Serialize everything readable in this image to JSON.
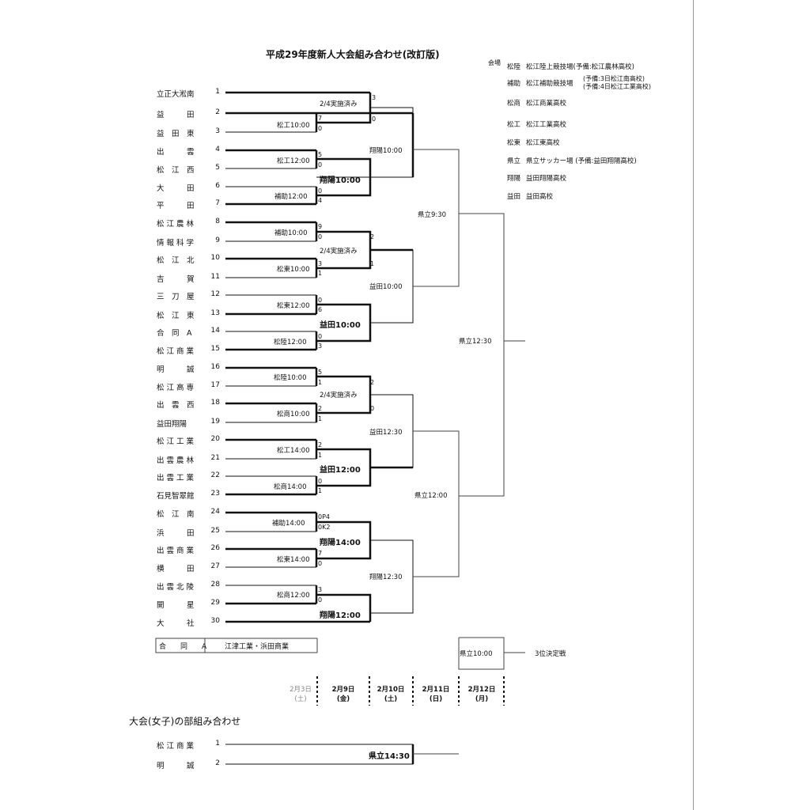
{
  "title": "平成29年度新人大会組み合わせ(改訂版)",
  "venue_header": "会場",
  "venues": [
    {
      "key": "松陸",
      "name": "松江陸上競技場(予備:松江農林高校)",
      "note": ""
    },
    {
      "key": "補助",
      "name": "松江補助競技場",
      "note": "(予備:3日松江南高校)\n(予備:4日松江工業高校)"
    },
    {
      "key": "松商",
      "name": "松江商業高校",
      "note": ""
    },
    {
      "key": "松工",
      "name": "松江工業高校",
      "note": ""
    },
    {
      "key": "松東",
      "name": "松江東高校",
      "note": ""
    },
    {
      "key": "県立",
      "name": "県立サッカー場 (予備:益田翔陽高校)",
      "note": ""
    },
    {
      "key": "翔陽",
      "name": "益田翔陽高校",
      "note": ""
    },
    {
      "key": "益田",
      "name": "益田高校",
      "note": ""
    }
  ],
  "teams": [
    {
      "name": "立正大淞南",
      "num": "1"
    },
    {
      "name": "益　　　田",
      "num": "2"
    },
    {
      "name": "益　田　東",
      "num": "3"
    },
    {
      "name": "出　　　雲",
      "num": "4"
    },
    {
      "name": "松　江　西",
      "num": "5"
    },
    {
      "name": "大　　　田",
      "num": "6"
    },
    {
      "name": "平　　　田",
      "num": "7"
    },
    {
      "name": "松 江 農 林",
      "num": "8"
    },
    {
      "name": "情 報 科 学",
      "num": "9"
    },
    {
      "name": "松　江　北",
      "num": "10"
    },
    {
      "name": "吉　　　賀",
      "num": "11"
    },
    {
      "name": "三　刀　屋",
      "num": "12"
    },
    {
      "name": "松　江　東",
      "num": "13"
    },
    {
      "name": "合　同　A",
      "num": "14"
    },
    {
      "name": "松 江 商 業",
      "num": "15"
    },
    {
      "name": "明　　　誠",
      "num": "16"
    },
    {
      "name": "松 江 高 専",
      "num": "17"
    },
    {
      "name": "出　雲　西",
      "num": "18"
    },
    {
      "name": "益田翔陽",
      "num": "19"
    },
    {
      "name": "松 江 工 業",
      "num": "20"
    },
    {
      "name": "出 雲 農 林",
      "num": "21"
    },
    {
      "name": "出 雲 工 業",
      "num": "22"
    },
    {
      "name": "石見智翠館",
      "num": "23"
    },
    {
      "name": "松　江　南",
      "num": "24"
    },
    {
      "name": "浜　　　田",
      "num": "25"
    },
    {
      "name": "出 雲 商 業",
      "num": "26"
    },
    {
      "name": "横　　　田",
      "num": "27"
    },
    {
      "name": "出 雲 北 陵",
      "num": "28"
    },
    {
      "name": "開　　　星",
      "num": "29"
    },
    {
      "name": "大　　　社",
      "num": "30"
    }
  ],
  "matches": {
    "r1_a": "松工10:00",
    "r1_b": "松工12:00",
    "r1_c": "補助12:00",
    "r1_d": "補助10:00",
    "r1_e": "松東10:00",
    "r1_f": "松東12:00",
    "r1_g": "松陸12:00",
    "r1_h": "松陸10:00",
    "r1_i": "松商10:00",
    "r1_j": "松工14:00",
    "r1_k": "松商14:00",
    "r1_l": "補助14:00",
    "r1_m": "松東14:00",
    "r1_n": "松商12:00",
    "done_1": "2/4実施済み",
    "done_2": "2/4実施済み",
    "done_3": "2/4実施済み",
    "r2_a": "翔陽10:00",
    "r2_b": "益田10:00",
    "r2_c": "益田12:00",
    "r2_d": "翔陽14:00",
    "r2_e": "翔陽12:00",
    "qf_a": "翔陽10:00",
    "qf_b": "益田10:00",
    "qf_c": "益田12:30",
    "qf_d": "翔陽12:30",
    "sf_a": "県立9:30",
    "sf_b": "県立12:00",
    "final": "県立12:30",
    "third": "県立10:00",
    "third_label": "3位決定戦"
  },
  "scores": {
    "s1": "3",
    "s2": "7",
    "s3": "0",
    "s4": "0",
    "s5": "5",
    "s6": "0",
    "s7": "0",
    "s8": "4",
    "s9": "9",
    "s10": "0",
    "s11": "2",
    "s12": "3",
    "s13": "1",
    "s14": "1",
    "s15": "0",
    "s16": "6",
    "s17": "0",
    "s18": "3",
    "s19": "5",
    "s20": "1",
    "s21": "2",
    "s22": "2",
    "s23": "0",
    "s24": "1",
    "s25": "2",
    "s26": "1",
    "s27": "0",
    "s28": "1",
    "s29": "0P4",
    "s30": "0K2",
    "s31": "7",
    "s32": "0",
    "s33": "3",
    "s34": "0"
  },
  "joint_team": {
    "label": "合　　同　　A",
    "members": "江津工業・浜田商業"
  },
  "dates": [
    {
      "date": "2月3日",
      "dow": "(土)"
    },
    {
      "date": "2月9日",
      "dow": "(金)"
    },
    {
      "date": "2月10日",
      "dow": "(土)"
    },
    {
      "date": "2月11日",
      "dow": "(日)"
    },
    {
      "date": "2月12日",
      "dow": "(月)"
    }
  ],
  "womens": {
    "title": "大会(女子)の部組み合わせ",
    "teams": [
      {
        "name": "松 江 商 業",
        "num": "1"
      },
      {
        "name": "明　　　誠",
        "num": "2"
      }
    ],
    "match": "県立14:30"
  },
  "colors": {
    "line": "#111111",
    "thin": "#555555"
  }
}
